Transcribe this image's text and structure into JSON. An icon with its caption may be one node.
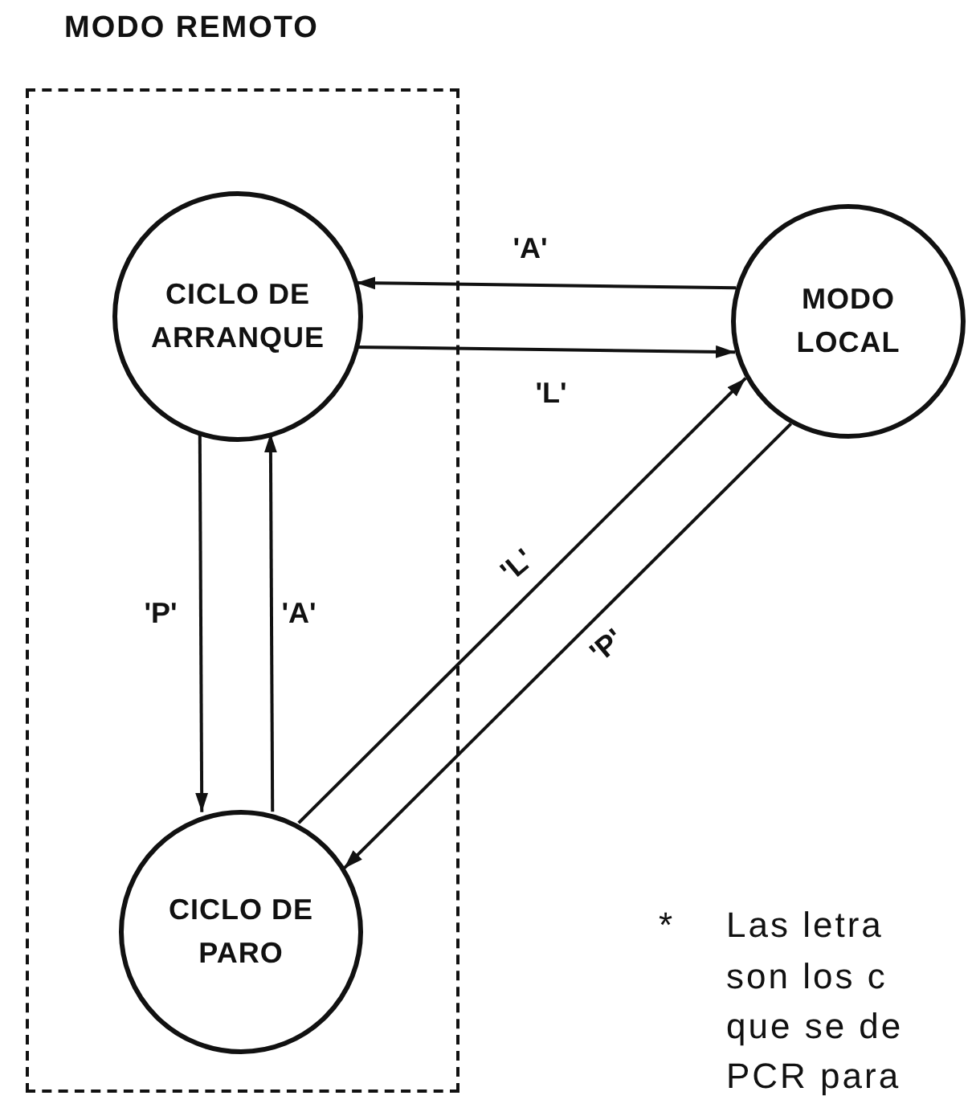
{
  "diagram": {
    "nodes": [
      {
        "text": [
          "MODO REMOTO"
        ]
      },
      {
        "text": [
          "CICLO DE ARRANQUE"
        ],
        "in": 0
      },
      {
        "text": [
          "MODO LOCAL"
        ]
      },
      {
        "text": [
          "CICLO DE PARO"
        ],
        "in": 0
      }
    ],
    "edges": [
      {
        "from": 2,
        "to": 1,
        "arrow": "to",
        "label": "'A'"
      },
      {
        "from": 1,
        "to": 2,
        "arrow": "to",
        "label": "'L'"
      },
      {
        "from": 1,
        "to": 3,
        "arrow": "to",
        "label": "'P'"
      },
      {
        "from": 3,
        "to": 1,
        "arrow": "to",
        "label": "'A'"
      },
      {
        "from": 3,
        "to": 2,
        "arrow": "to",
        "label": "'L'"
      },
      {
        "from": 2,
        "to": 3,
        "arrow": "to",
        "label": "'P'"
      }
    ],
    "labels": [
      "*",
      "Las letra",
      "son los c",
      "que se de",
      "PCR para"
    ]
  }
}
